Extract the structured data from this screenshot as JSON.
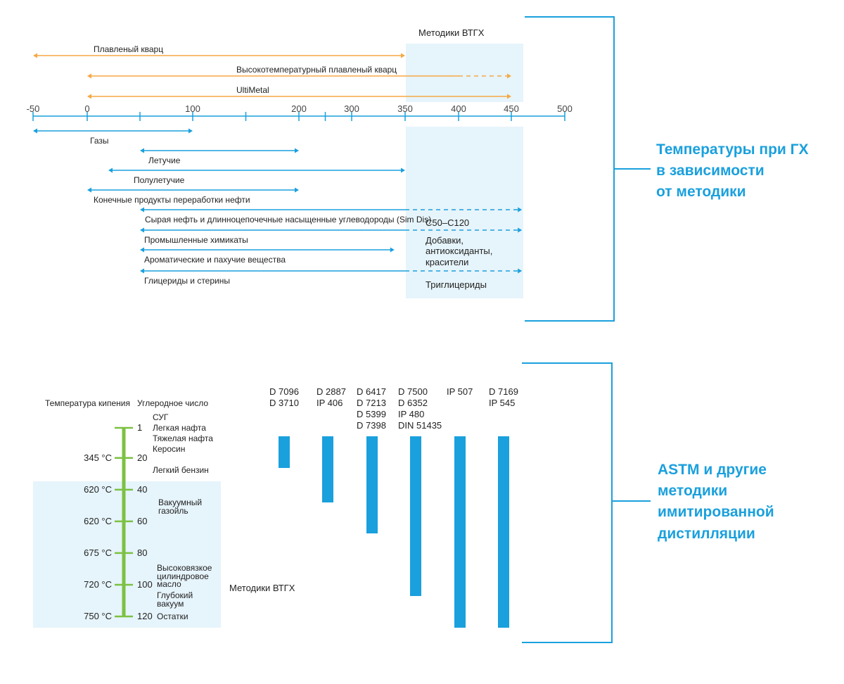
{
  "colors": {
    "blue": "#1aa0dd",
    "orange": "#f5a944",
    "green": "#7cc142",
    "shade": "#e6f4fb"
  },
  "top": {
    "htgc_label": "Методики ВТГХ",
    "axis_ticks": [
      "-50",
      "0",
      "100",
      "200",
      "300",
      "350",
      "400",
      "450",
      "500"
    ],
    "columns": [
      {
        "label": "Плавленый кварц",
        "from": -50,
        "to": 350,
        "dashed_to": null
      },
      {
        "label": "Высокотемпературный плавленый кварц",
        "from": 0,
        "to": 400,
        "dashed_to": 450
      },
      {
        "label": "UltiMetal",
        "from": 0,
        "to": 450,
        "dashed_to": null
      }
    ],
    "samples": [
      {
        "label": "Газы",
        "from": -50,
        "to": 100,
        "dashed_to": null
      },
      {
        "label": "Летучие",
        "from": 50,
        "to": 200,
        "dashed_to": null
      },
      {
        "label": "Полулетучие",
        "from": 20,
        "to": 350,
        "dashed_to": null
      },
      {
        "label": "Конечные продукты переработки нефти",
        "from": 0,
        "to": 200,
        "dashed_to": null
      },
      {
        "label": "Сырая нефть и длинноцепочечные насыщенные углеводороды (Sim Dis)",
        "from": 50,
        "to": 350,
        "dashed_to": 460
      },
      {
        "label": "Промышленные химикаты",
        "from": 50,
        "to": 350,
        "dashed_to": 460
      },
      {
        "label": "Ароматические и пахучие вещества",
        "from": 50,
        "to": 340,
        "dashed_to": null
      },
      {
        "label": "Глицериды и стерины",
        "from": 50,
        "to": 350,
        "dashed_to": 460
      }
    ],
    "shaded_notes": [
      "C50–C120",
      "Добавки,",
      "антиоксиданты,",
      "красители",
      "Триглицериды"
    ],
    "caption": [
      "Температуры при ГХ",
      "в зависимости",
      "от методики"
    ]
  },
  "bottom": {
    "header_temp": "Температура кипения",
    "header_carbon": "Углеродное число",
    "scale_rows": [
      {
        "temp": "",
        "carbon": "1"
      },
      {
        "temp": "345 °C",
        "carbon": "20"
      },
      {
        "temp": "620 °C",
        "carbon": "40"
      },
      {
        "temp": "620 °C",
        "carbon": "60"
      },
      {
        "temp": "675 °C",
        "carbon": "80"
      },
      {
        "temp": "720 °C",
        "carbon": "100"
      },
      {
        "temp": "750 °C",
        "carbon": "120"
      }
    ],
    "fractions": [
      "СУГ",
      "Легкая нафта",
      "Тяжелая нафта",
      "Керосин",
      "Легкий бензин",
      "Вакуумный",
      "газойль",
      "Высоковязкое",
      "цилиндровое",
      "масло",
      "Глубокий",
      "вакуум",
      "Остатки"
    ],
    "htgc_label": "Методики ВТГХ",
    "methods": [
      {
        "codes": [
          "D 7096",
          "D 3710"
        ],
        "carbon_max": 20
      },
      {
        "codes": [
          "D 2887",
          "IP 406"
        ],
        "carbon_max": 40
      },
      {
        "codes": [
          "D 6417",
          "D 7213",
          "D 5399",
          "D 7398"
        ],
        "carbon_max": 60
      },
      {
        "codes": [
          "D 7500",
          "D 6352",
          "IP 480",
          "DIN 51435"
        ],
        "carbon_max": 100
      },
      {
        "codes": [
          "IP 507"
        ],
        "carbon_max": 120
      },
      {
        "codes": [
          "D 7169",
          "IP 545"
        ],
        "carbon_max": 120
      }
    ],
    "caption": [
      "ASTM и другие",
      "методики",
      "имитированной",
      "дистилляции"
    ]
  }
}
